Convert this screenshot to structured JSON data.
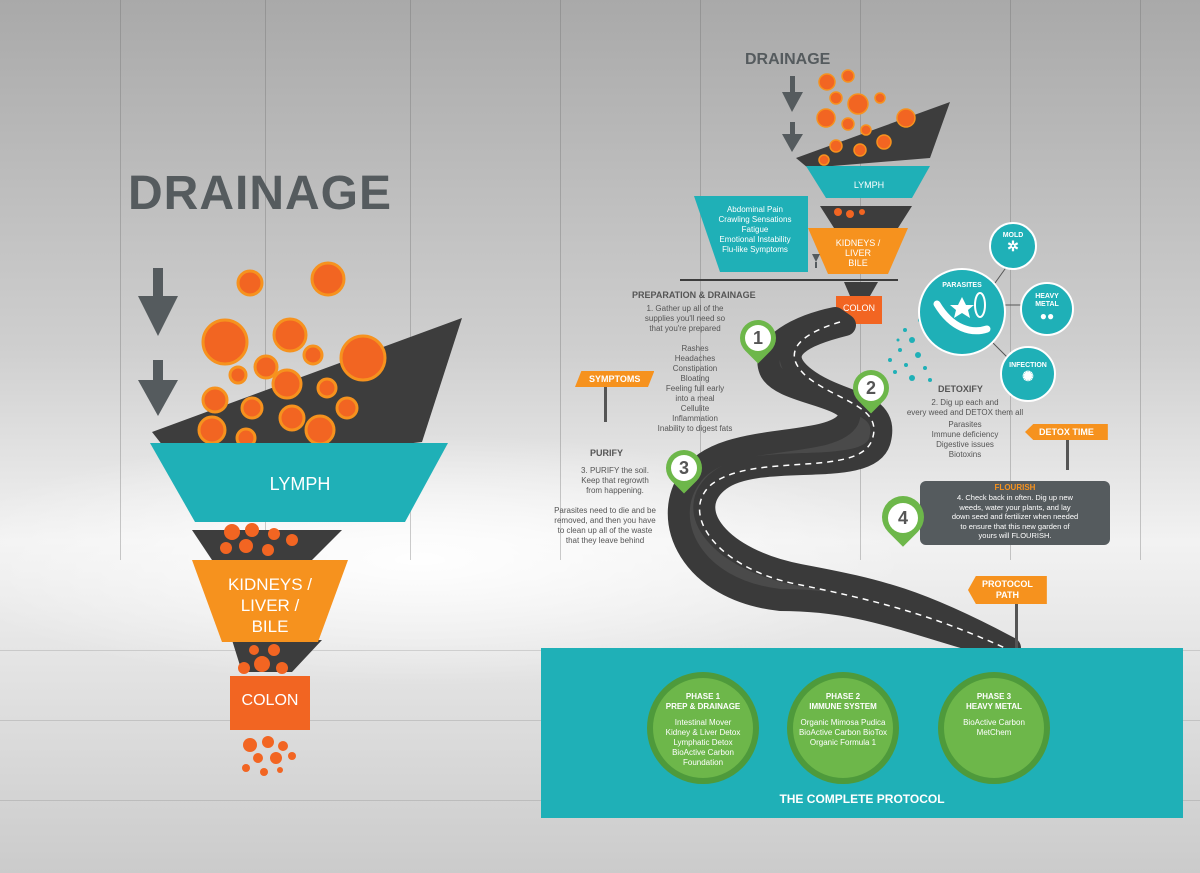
{
  "left_diagram": {
    "title": "DRAINAGE",
    "levels": [
      {
        "label": "LYMPH",
        "color": "#1fb0b7"
      },
      {
        "label": "KIDNEYS / LIVER / BILE",
        "lines": [
          "KIDNEYS /",
          "LIVER /",
          "BILE"
        ],
        "color": "#f6921e"
      },
      {
        "label": "COLON",
        "color": "#f26522"
      }
    ],
    "icons": [
      "arrow-down-icon",
      "arrow-down-icon"
    ]
  },
  "right_diagram": {
    "title": "DRAINAGE",
    "levels": [
      "LYMPH",
      "KIDNEYS /",
      "LIVER",
      "BILE",
      "COLON"
    ],
    "symptoms_box": [
      "Abdominal Pain",
      "Crawling Sensations",
      "Fatigue",
      "Emotional Instability",
      "Flu-like Symptoms"
    ]
  },
  "road": {
    "step1": {
      "number": "1",
      "heading": "PREPARATION & DRAINAGE",
      "text": [
        "1. Gather up all of the",
        "supplies you'll need so",
        "that you're prepared"
      ],
      "symptoms": [
        "Rashes",
        "Headaches",
        "Constipation",
        "Bloating",
        "Feeling full early",
        "into a meal",
        "Cellulite",
        "Inflammation",
        "Inability to digest fats"
      ]
    },
    "step2": {
      "number": "2",
      "heading": "DETOXIFY",
      "text": [
        "2. Dig up each and",
        "every weed and DETOX them all"
      ],
      "items": [
        "Parasites",
        "Immune deficiency",
        "Digestive issues",
        "Biotoxins"
      ]
    },
    "step3": {
      "number": "3",
      "heading": "PURIFY",
      "text": [
        "3. PURIFY the soil.",
        "Keep that regrowth",
        "from happening."
      ],
      "text2": [
        "Parasites need to die and be",
        "removed, and then you have",
        "to clean up all of the waste",
        "that they leave behind"
      ]
    },
    "step4": {
      "number": "4",
      "heading": "FLOURISH",
      "text": [
        "4. Check back in often. Dig up new",
        "weeds, water your plants, and lay",
        "down seed and fertilizer when needed",
        "to ensure that this new garden of",
        "yours will FLOURISH."
      ]
    }
  },
  "signs": {
    "symptoms": "SYMPTOMS",
    "detox_time": "DETOX TIME",
    "protocol_path": [
      "PROTOCOL",
      "PATH"
    ]
  },
  "toxins": {
    "center": "PARASITES",
    "mold": "MOLD",
    "heavy_metal": [
      "HEAVY",
      "METAL"
    ],
    "infection": "INFECTION"
  },
  "protocol": {
    "title": "THE COMPLETE PROTOCOL",
    "phases": [
      {
        "title": [
          "PHASE 1",
          "PREP & DRAINAGE"
        ],
        "items": [
          "Intestinal Mover",
          "Kidney & Liver Detox",
          "Lymphatic Detox",
          "BioActive Carbon",
          "Foundation"
        ]
      },
      {
        "title": [
          "PHASE 2",
          "IMMUNE SYSTEM"
        ],
        "items": [
          "Organic Mimosa Pudica",
          "BioActive Carbon BioTox",
          "Organic Formula 1"
        ]
      },
      {
        "title": [
          "PHASE 3",
          "HEAVY METAL"
        ],
        "items": [
          "BioActive Carbon",
          "MetChem"
        ]
      }
    ]
  },
  "colors": {
    "teal": "#1fb0b7",
    "orange": "#f6921e",
    "red_orange": "#f26522",
    "dark_gray": "#3d3d3d",
    "green": "#6db74a"
  }
}
